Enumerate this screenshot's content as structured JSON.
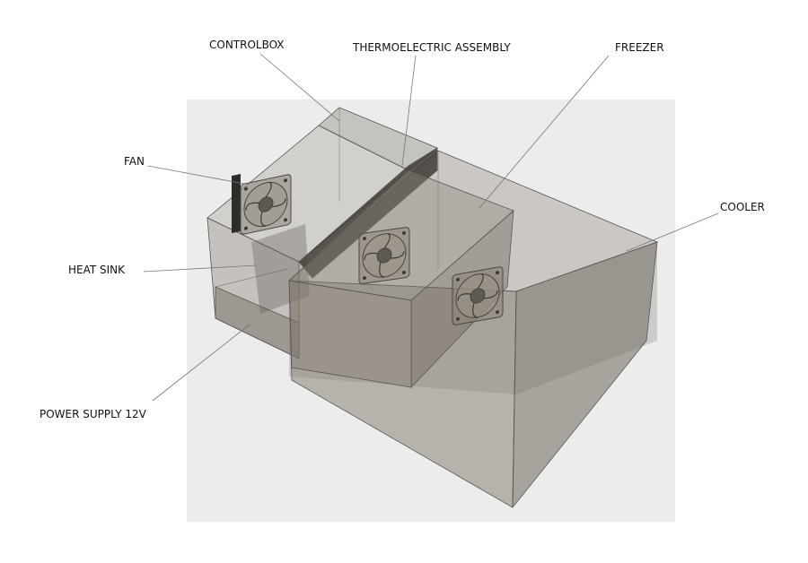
{
  "diagram": {
    "labels": {
      "controlbox": "CONTROLBOX",
      "thermoelectric": "THERMOELECTRIC ASSEMBLY",
      "freezer": "FREEZER",
      "fan": "FAN",
      "cooler": "COOLER",
      "heat_sink": "HEAT SINK",
      "power_supply": "POWER SUPPLY 12V"
    },
    "colors": {
      "backdrop": "#ececec",
      "box_fill": "#7d766b",
      "box_edge": "#5a5650",
      "fan": "#6f6a62",
      "leader": "#777777",
      "text": "#111111"
    }
  }
}
